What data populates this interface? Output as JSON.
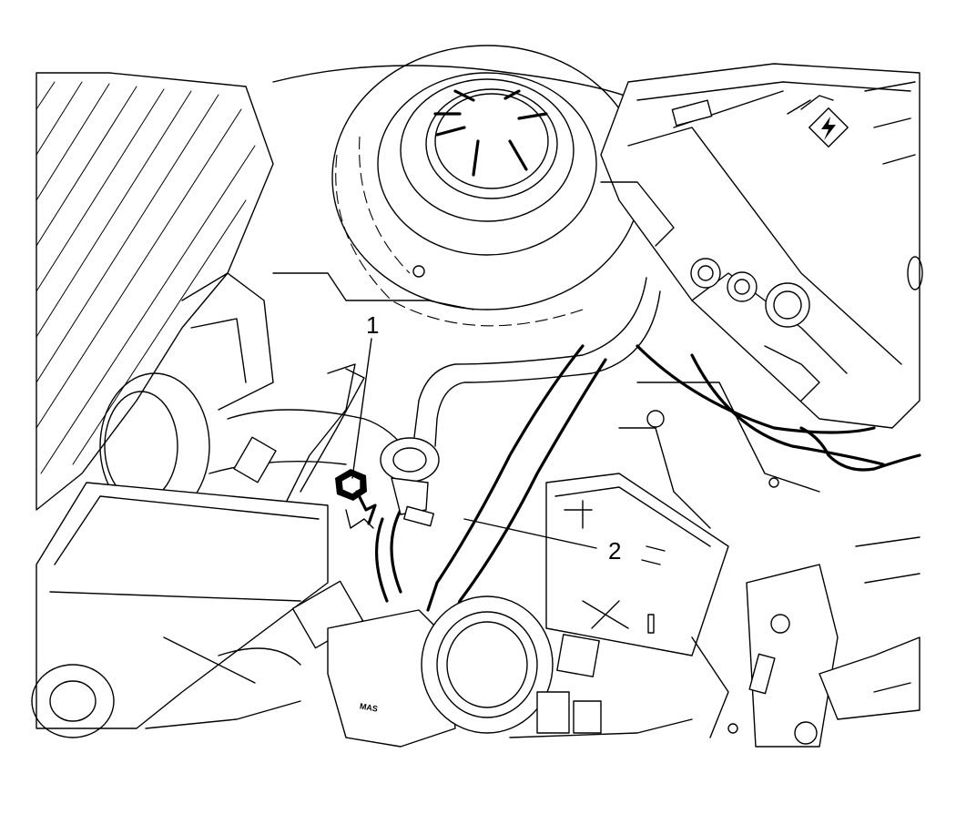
{
  "callouts": [
    {
      "id": "1",
      "label": "1"
    },
    {
      "id": "2",
      "label": "2"
    }
  ],
  "embossed_text": {
    "part_marking": "MAS"
  },
  "colors": {
    "line": "#000000",
    "background": "#ffffff"
  },
  "icons": [
    "lightning-bolt-icon",
    "fuse-symbol-icon"
  ]
}
